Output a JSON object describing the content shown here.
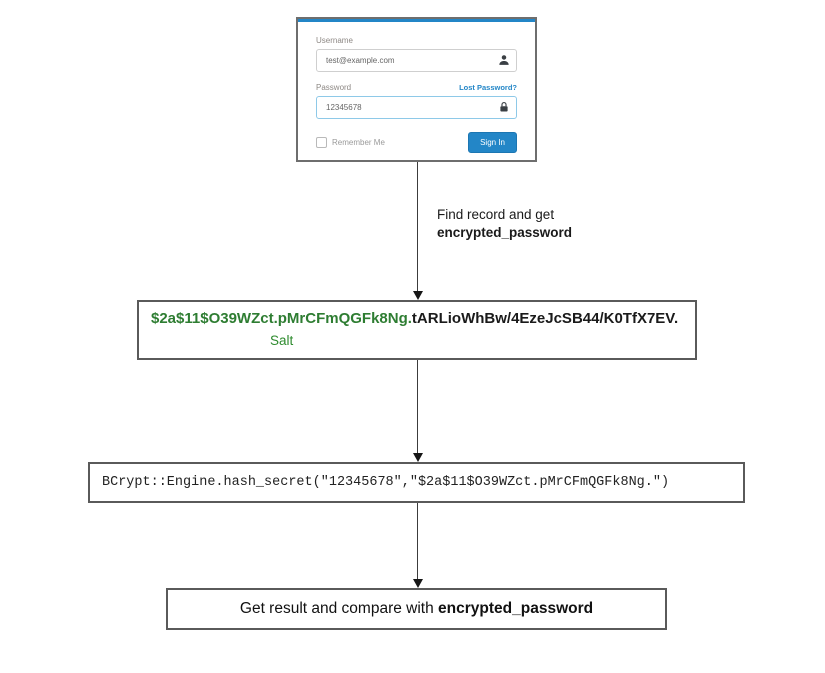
{
  "login": {
    "username_label": "Username",
    "username_value": "test@example.com",
    "password_label": "Password",
    "lost_password": "Lost Password?",
    "password_value": "12345678",
    "remember_me": "Remember Me",
    "sign_in": "Sign In"
  },
  "annotation": {
    "line1": "Find record and get",
    "line2": "encrypted_password"
  },
  "hash": {
    "salt": "$2a$11$O39WZct.pMrCFmQGFk8Ng.",
    "rest": "tARLioWhBw/4EzeJcSB44/K0TfX7EV.",
    "salt_label": "Salt"
  },
  "code": {
    "text": "BCrypt::Engine.hash_secret(\"12345678\",\"$2a$11$O39WZct.pMrCFmQGFk8Ng.\")"
  },
  "result": {
    "normal": "Get result and compare with ",
    "bold": "encrypted_password"
  },
  "icons": {
    "user": "user-icon",
    "lock": "lock-icon"
  },
  "colors": {
    "accent_blue": "#2386c7",
    "salt_green": "#2e7d32",
    "box_border_gray": "#5a5a5a"
  }
}
